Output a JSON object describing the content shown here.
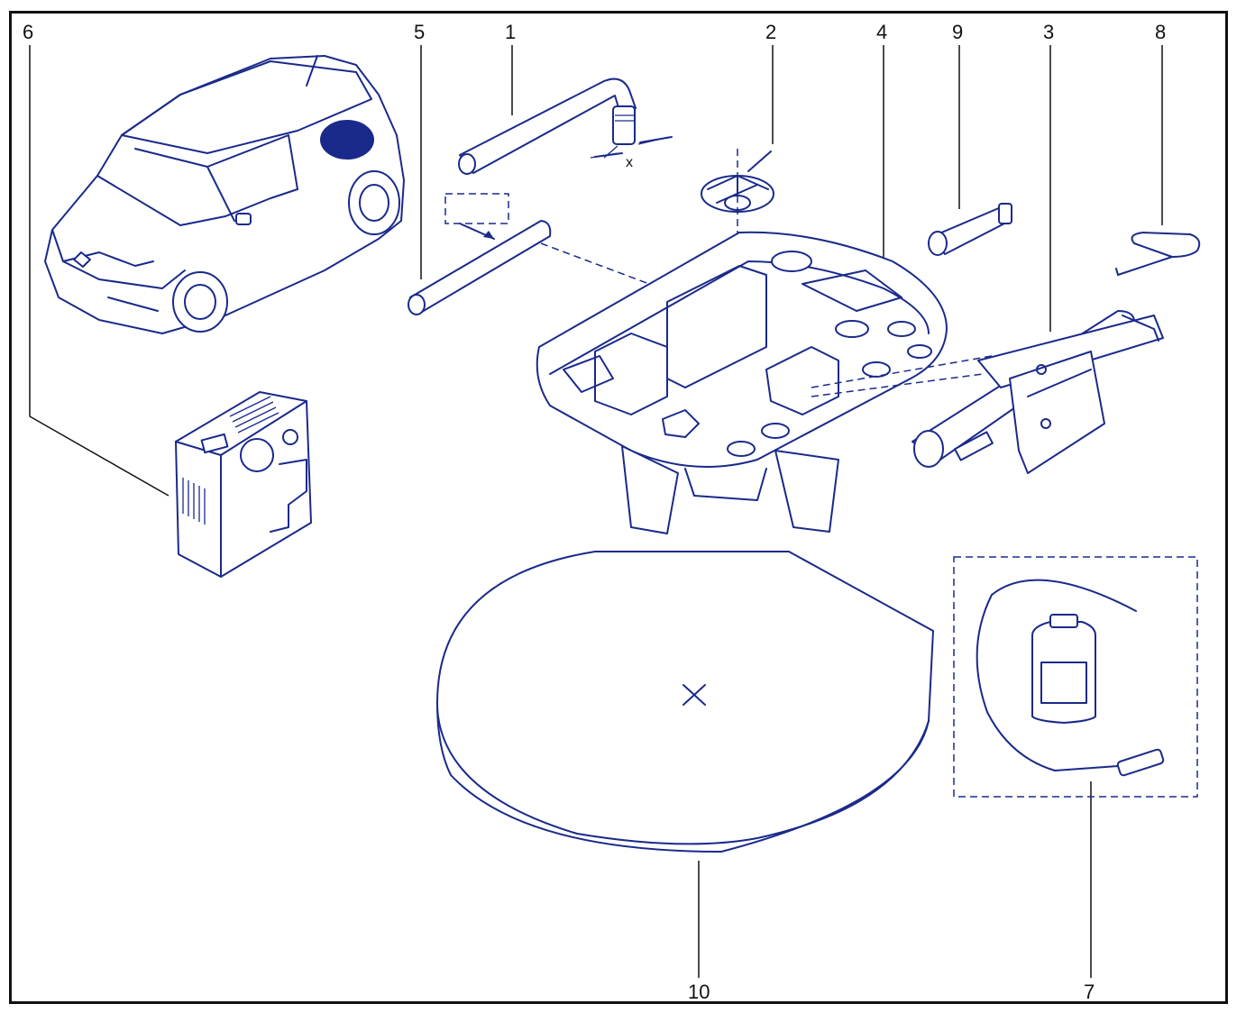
{
  "callouts": {
    "c1": "1",
    "c2": "2",
    "c3": "3",
    "c4": "4",
    "c5": "5",
    "c6": "6",
    "c7": "7",
    "c8": "8",
    "c9": "9",
    "c10": "10"
  },
  "dimension_label": "x",
  "colors": {
    "line": "#1a2a8a",
    "frame": "#111111",
    "fill_dark": "#1a2a8a"
  },
  "icons": [
    "car-illustration",
    "wheel-brace",
    "wheel-bolt",
    "jack",
    "tool-tray",
    "extension-tube",
    "compressor",
    "repair-kit",
    "towing-hook",
    "socket",
    "spare-wheel-cover"
  ]
}
